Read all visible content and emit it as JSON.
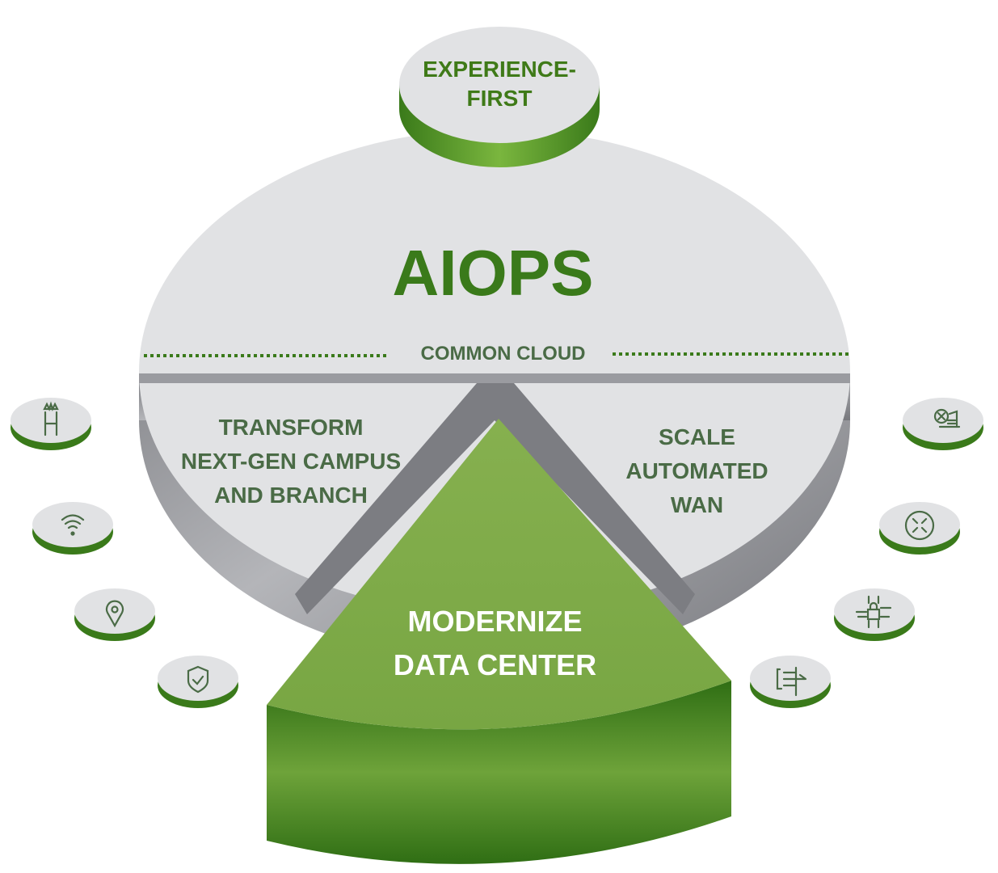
{
  "top_disc": {
    "line1": "EXPERIENCE-",
    "line2": "FIRST"
  },
  "main": {
    "title": "AIOPS",
    "layer": "COMMON CLOUD"
  },
  "segments": {
    "campus": [
      "TRANSFORM",
      "NEXT-GEN CAMPUS",
      "AND BRANCH"
    ],
    "wan": [
      "SCALE",
      "AUTOMATED",
      "WAN"
    ],
    "datacenter": [
      "MODERNIZE",
      "DATA CENTER"
    ]
  },
  "left_icons": [
    "access-point-icon",
    "wifi-icon",
    "location-pin-icon",
    "shield-check-icon"
  ],
  "right_icons": [
    "router-document-icon",
    "router-icon",
    "secure-gateway-icon",
    "voice-routing-icon"
  ],
  "colors": {
    "green_dark": "#3a7a1a",
    "green_light": "#7daa48",
    "gray_top": "#e1e2e4",
    "gray_side": "#8d8e93",
    "text_gray": "#4a6b46"
  }
}
